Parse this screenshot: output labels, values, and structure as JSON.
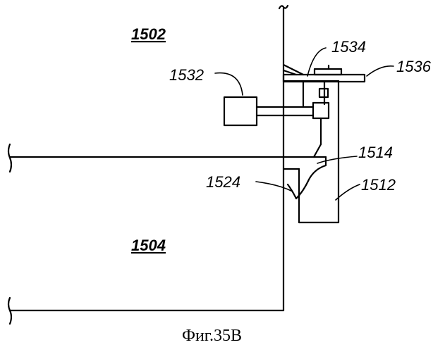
{
  "labels": {
    "region_upper": "1502",
    "region_lower": "1504",
    "device_1532": "1532",
    "element_1534": "1534",
    "element_1536": "1536",
    "element_1514": "1514",
    "element_1524": "1524",
    "element_1512": "1512"
  },
  "caption": "Фиг.35B"
}
